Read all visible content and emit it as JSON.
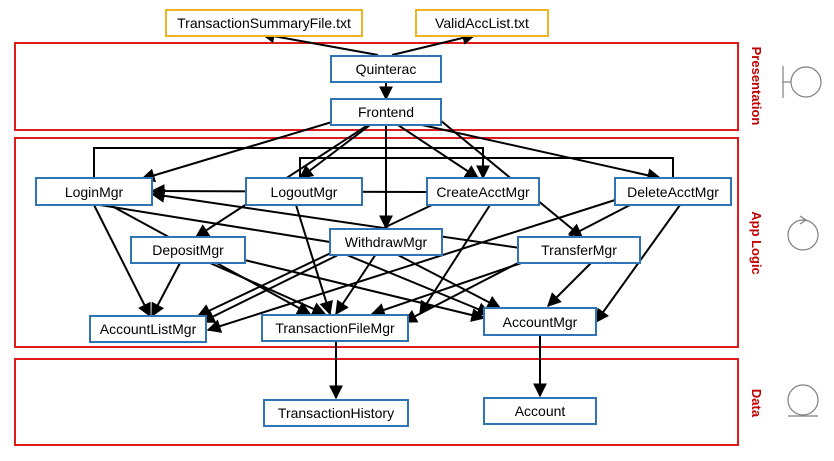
{
  "layers": {
    "presentation": "Presentation",
    "app_logic": "App Logic",
    "data": "Data"
  },
  "nodes": {
    "transaction_summary_file": "TransactionSummaryFile.txt",
    "valid_acc_list": "ValidAccList.txt",
    "quinterac": "Quinterac",
    "frontend": "Frontend",
    "login_mgr": "LoginMgr",
    "logout_mgr": "LogoutMgr",
    "create_acct_mgr": "CreateAcctMgr",
    "delete_acct_mgr": "DeleteAcctMgr",
    "deposit_mgr": "DepositMgr",
    "withdraw_mgr": "WithdrawMgr",
    "transfer_mgr": "TransferMgr",
    "account_list_mgr": "AccountListMgr",
    "transaction_file_mgr": "TransactionFileMgr",
    "account_mgr": "AccountMgr",
    "transaction_history": "TransactionHistory",
    "account": "Account"
  },
  "colors": {
    "layer_border": "#e01b1b",
    "layer_label": "#c00000",
    "component_border": "#2e75b6",
    "file_border": "#f0b323",
    "arrow": "#000000",
    "symbol": "#7f7f7f"
  },
  "symbols": {
    "presentation": "boundary-icon",
    "app_logic": "control-icon",
    "data": "entity-icon"
  }
}
